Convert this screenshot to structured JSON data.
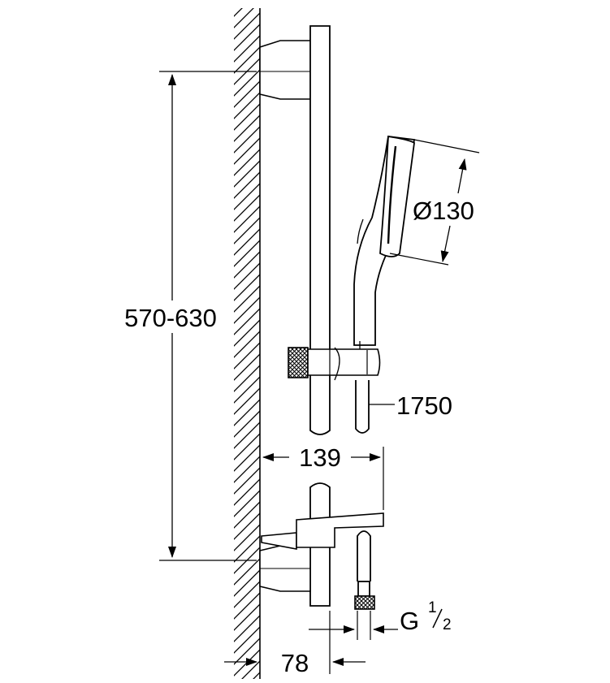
{
  "dimensions": {
    "rail_height": "570-630",
    "head_diameter": "Ø130",
    "hose_length": "1750",
    "holder_depth": "139",
    "wall_offset": "78",
    "connection_thread": "G",
    "connection_numerator": "1",
    "connection_denominator": "2"
  },
  "colors": {
    "line": "#000000",
    "background": "#ffffff"
  }
}
